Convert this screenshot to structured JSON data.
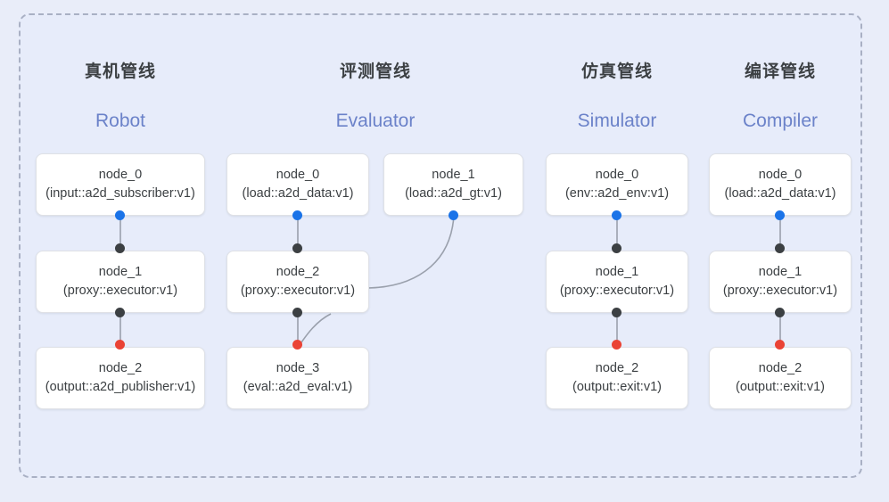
{
  "canvas": {
    "background_color": "#e9edf9",
    "frame_background_color": "#e7ecfa",
    "frame_border_color": "#a9b0c4",
    "frame_border_style": "dashed"
  },
  "palette": {
    "port_blue": "#1a73e8",
    "port_red": "#ea4335",
    "port_black": "#3c4043",
    "title_cn": "#3c4043",
    "title_en": "#6b82c9",
    "node_border": "#dfe1e6",
    "node_background": "#ffffff",
    "edge_line": "#9aa0ac"
  },
  "columns": [
    {
      "key": "robot",
      "title_cn": "真机管线",
      "title_en": "Robot",
      "nodes": [
        {
          "name": "node_0",
          "type": "(input::a2d_subscriber:v1)"
        },
        {
          "name": "node_1",
          "type": "(proxy::executor:v1)"
        },
        {
          "name": "node_2",
          "type": "(output::a2d_publisher:v1)"
        }
      ]
    },
    {
      "key": "evaluator",
      "title_cn": "评测管线",
      "title_en": "Evaluator",
      "nodes": [
        {
          "name": "node_0",
          "type": "(load::a2d_data:v1)"
        },
        {
          "name": "node_1",
          "type": "(load::a2d_gt:v1)"
        },
        {
          "name": "node_2",
          "type": "(proxy::executor:v1)"
        },
        {
          "name": "node_3",
          "type": "(eval::a2d_eval:v1)"
        }
      ]
    },
    {
      "key": "simulator",
      "title_cn": "仿真管线",
      "title_en": "Simulator",
      "nodes": [
        {
          "name": "node_0",
          "type": "(env::a2d_env:v1)"
        },
        {
          "name": "node_1",
          "type": "(proxy::executor:v1)"
        },
        {
          "name": "node_2",
          "type": "(output::exit:v1)"
        }
      ]
    },
    {
      "key": "compiler",
      "title_cn": "编译管线",
      "title_en": "Compiler",
      "nodes": [
        {
          "name": "node_0",
          "type": "(load::a2d_data:v1)"
        },
        {
          "name": "node_1",
          "type": "(proxy::executor:v1)"
        },
        {
          "name": "node_2",
          "type": "(output::exit:v1)"
        }
      ]
    }
  ]
}
